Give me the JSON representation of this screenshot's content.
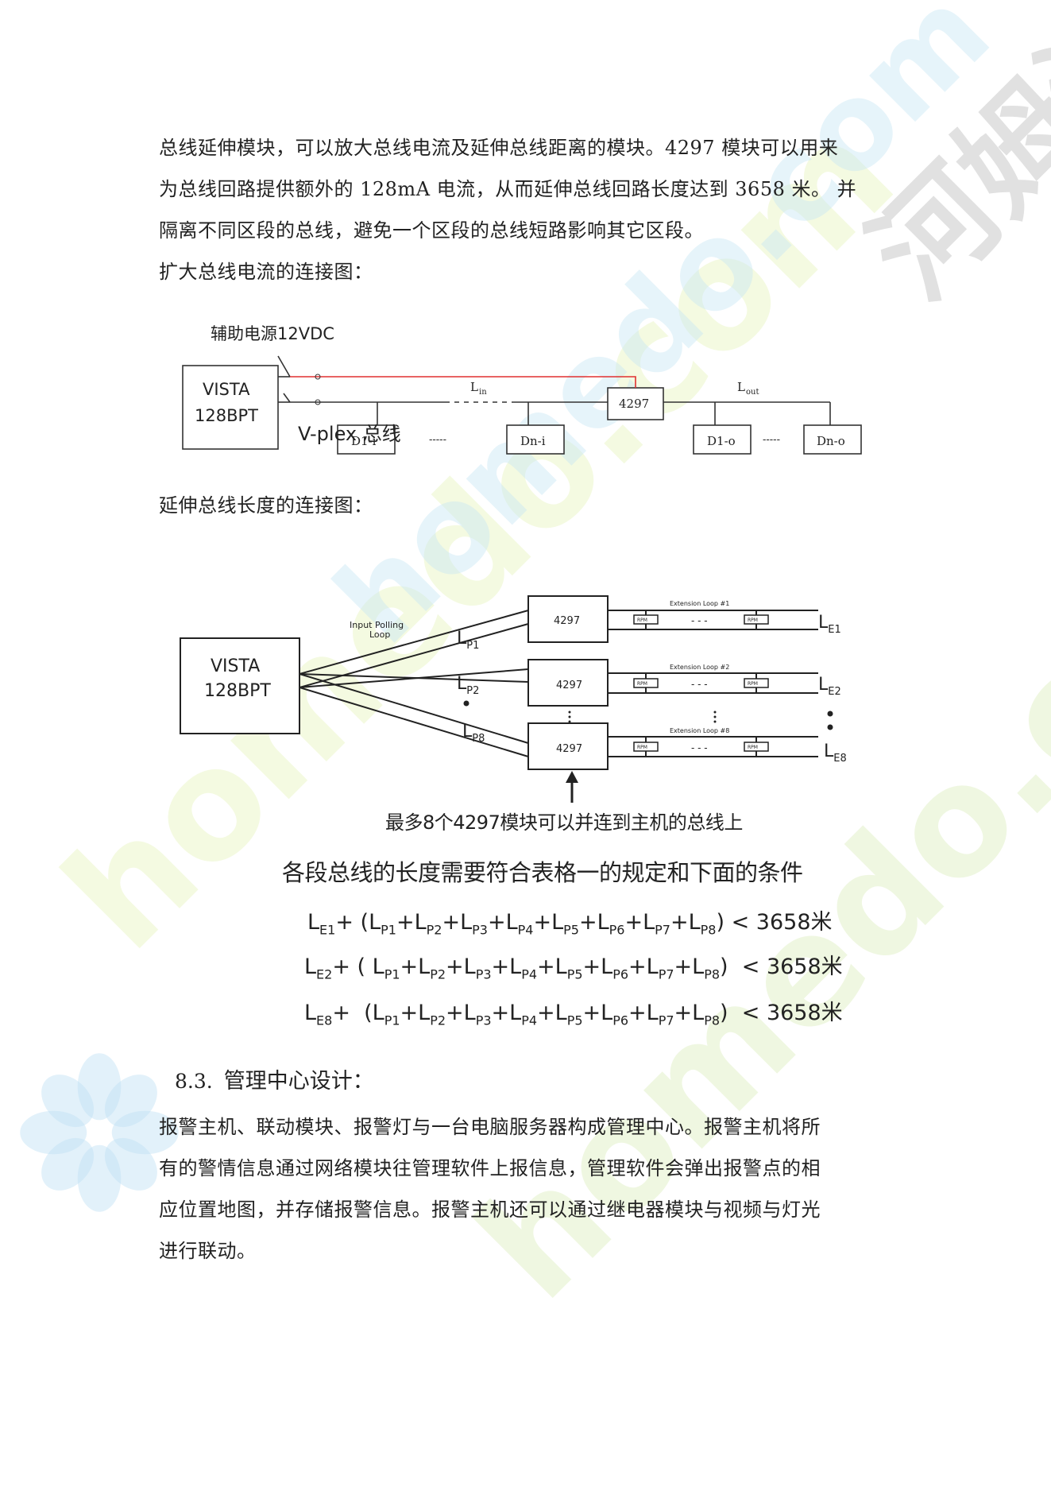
{
  "paragraphs": {
    "intro_line1": "总线延伸模块，可以放大总线电流及延伸总线距离的模块。4297 模块可以用来",
    "intro_line2": "为总线回路提供额外的 128mA 电流，从而延伸总线回路长度达到 3658 米。  并",
    "intro_line3": "隔离不同区段的总线，避免一个区段的总线短路影响其它区段。",
    "caption_current": "扩大总线电流的连接图：",
    "caption_length": "延伸总线长度的连接图：",
    "mgmt_line1": "报警主机、联动模块、报警灯与一台电脑服务器构成管理中心。报警主机将所",
    "mgmt_line2": "有的警情信息通过网络模块往管理软件上报信息，管理软件会弹出报警点的相",
    "mgmt_line3": "应位置地图，并存储报警信息。报警主机还可以通过继电器模块与视频与灯光",
    "mgmt_line4": "进行联动。"
  },
  "section": {
    "number": "8.3.",
    "title": "管理中心设计："
  },
  "diagram1": {
    "aux_power": "辅助电源12VDC",
    "panel_line1": "VISTA",
    "panel_line2": "128BPT",
    "bus_label": "V-plex 总线",
    "module": "4297",
    "lin": "L",
    "lin_sub": "in",
    "lout": "L",
    "lout_sub": "out",
    "d1i": "D1-i",
    "dni": "Dn-i",
    "d1o": "D1-o",
    "dno": "Dn-o",
    "dashes": "-----"
  },
  "diagram2": {
    "panel_line1": "VISTA",
    "panel_line2": "128BPT",
    "input_loop_line1": "Input Polling",
    "input_loop_line2": "Loop",
    "modules": [
      "4297",
      "4297",
      "4297"
    ],
    "lp_labels": [
      {
        "main": "L",
        "sub": "P1"
      },
      {
        "main": "L",
        "sub": "P2"
      },
      {
        "main": "L",
        "sub": "P8"
      }
    ],
    "le_labels": [
      {
        "main": "L",
        "sub": "E1"
      },
      {
        "main": "L",
        "sub": "E2"
      },
      {
        "main": "L",
        "sub": "E8"
      }
    ],
    "ext_loops": [
      "Extension Loop #1",
      "Extension Loop #2",
      "Extension Loop #8"
    ],
    "dev_label": "RPM",
    "dev_dashes": "- - -",
    "note": "最多8个4297模块可以并连到主机的总线上"
  },
  "conditions": {
    "title": "各段总线的长度需要符合表格一的规定和下面的条件",
    "eq1_lead": "E1",
    "eq2_lead": "E2",
    "eq3_lead": "E8",
    "limit": "< 3658米"
  },
  "watermark": {
    "brand_cn": "河姆渡",
    "brand_en": "homedo.com"
  },
  "colors": {
    "power_line": "#e03030",
    "text": "#222222",
    "line": "#333333"
  }
}
